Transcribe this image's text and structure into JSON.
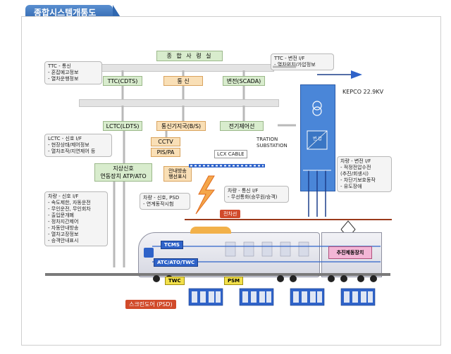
{
  "header": {
    "title": "종합시스템개통도"
  },
  "top": {
    "command_center": "종 합 사 령 실",
    "ttc_cdts": "TTC(CDTS)",
    "comm": "통 신",
    "scada": "변전(SCADA)",
    "lctc": "LCTC(LDTS)",
    "bs": "통신기지국(B/S)",
    "power_control": "전기제어선",
    "cctv": "CCTV",
    "pis_pa": "PIS/PA",
    "signal": "지상신호",
    "signal_sub": "연동장치  ATP/ATO",
    "guide": "안내방송\n행선표시",
    "lcx": "LCX CABLE",
    "traction": "TRATION\nSUBSTATION",
    "kepco": "KEPCO 22.9KV",
    "trans_label": "변 압"
  },
  "notes": {
    "ttc_comm": [
      "TTC - 통신",
      "- 혼잡예고정보",
      "- 열차운행정보"
    ],
    "ttc_sub": [
      "TTC - 변전 I/F",
      "- 열차위치/가압정보"
    ],
    "lctc_sig": [
      "LCTC - 신호 I/F",
      "- 현장상태/제어정보",
      "- 열차조작/지연제어 등"
    ],
    "train_sig": [
      "차량 - 신호 I/F",
      "- 속도제한, 자동운전",
      "- 무인운전, 무인회차",
      "- 출입문개폐",
      "- 정차지간제어",
      "- 자동안내방송",
      "- 열차고장정보",
      "- 승객안내표시"
    ],
    "train_psd": [
      "차량 - 신호, PSD",
      "- 연계동작시험"
    ],
    "train_comm": [
      "차량 - 통신 I/F",
      "- 무선통화(승무원/승객)"
    ],
    "train_sub": [
      "차량 - 변전 I/F",
      "- 적정전압수전",
      "(추진/회생시)",
      "- 차단기보호동작",
      "- 유도장애"
    ]
  },
  "train": {
    "catenary": "전차선",
    "tcms": "TCMS",
    "atc": "ATC/ATO/TWC",
    "propulsion": "추진제동장치",
    "twc": "TWC",
    "psm": "PSM",
    "screen_door": "스크린도어 (PSD)"
  },
  "colors": {
    "accent_blue": "#2f63c9",
    "substation_blue": "#4a86d8",
    "green_box": "#d8eccd",
    "orange_box": "#f9dfb6",
    "rail_red": "#9a3a1a",
    "label_red": "#d14a2a"
  }
}
